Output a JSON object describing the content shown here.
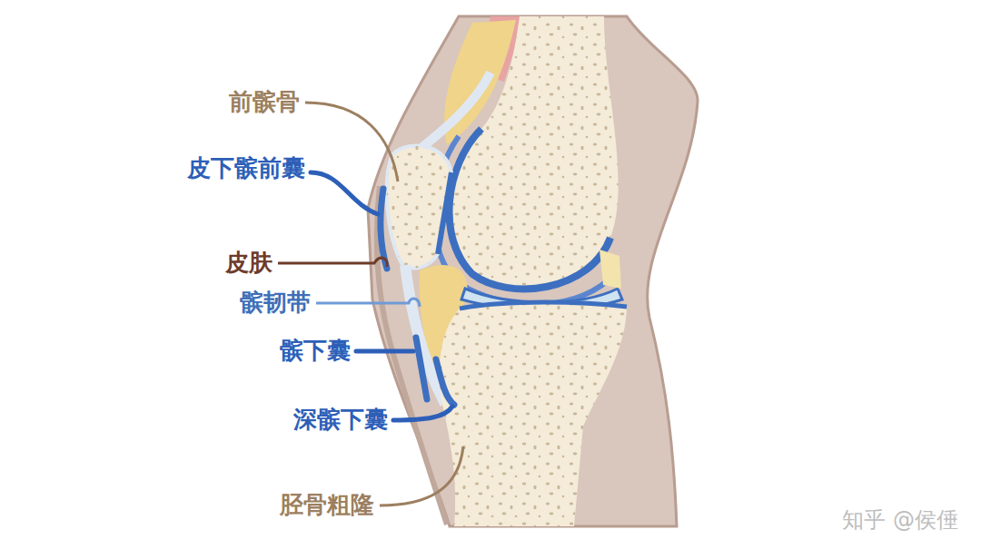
{
  "diagram": {
    "labels": [
      "前髌骨",
      "皮下髌前囊",
      "皮肤",
      "髌韧带",
      "髌下囊",
      "深髌下囊",
      "胫骨粗隆",
      "知乎 @侯倕"
    ]
  }
}
